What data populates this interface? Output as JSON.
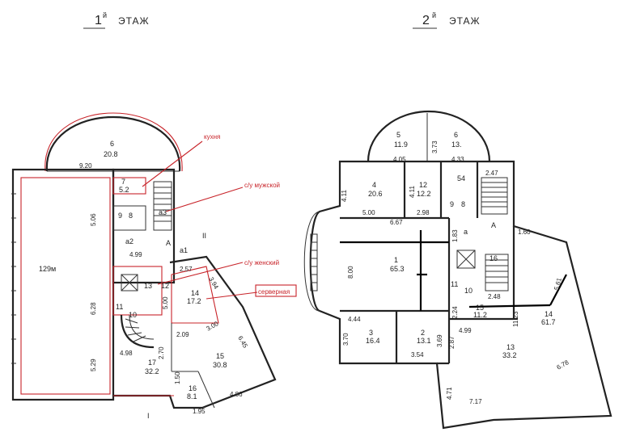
{
  "floor1": {
    "title_num": "1",
    "title_sup": "й",
    "title_word": "ЭТАЖ",
    "big_room": "129м",
    "annotations": {
      "kitchen": "кухня",
      "wc_male": "с/у мужской",
      "wc_female": "с/у женский",
      "server": "серверная"
    },
    "rooms": {
      "r6": {
        "num": "6",
        "area": "20.8"
      },
      "r7": {
        "num": "7",
        "area": "5.2"
      },
      "r8": {
        "num": "8"
      },
      "r9": {
        "num": "9"
      },
      "ra3": {
        "num": "a3"
      },
      "ra2": {
        "num": "a2"
      },
      "ra1": {
        "num": "a1"
      },
      "r13": {
        "num": "13"
      },
      "r12": {
        "num": "12"
      },
      "r11": {
        "num": "11"
      },
      "r10": {
        "num": "10"
      },
      "r14": {
        "num": "14",
        "area": "17.2"
      },
      "r15": {
        "num": "15",
        "area": "30.8"
      },
      "r16": {
        "num": "16",
        "area": "8.1"
      },
      "r17": {
        "num": "17",
        "area": "32.2"
      }
    },
    "dims": [
      "9.20",
      "5.06",
      "4.99",
      "2.57",
      "3.94",
      "5.00",
      "6.28",
      "2.09",
      "3.00",
      "6.45",
      "4.98",
      "2.70",
      "5.29",
      "1.50",
      "4.86",
      "1.95"
    ],
    "letters": [
      "A",
      "II",
      "I"
    ]
  },
  "floor2": {
    "title_num": "2",
    "title_sup": "й",
    "title_word": "ЭТАЖ",
    "rooms": {
      "r5": {
        "num": "5",
        "area": "11.9"
      },
      "r6": {
        "num": "6",
        "area": "13."
      },
      "r4": {
        "num": "4",
        "area": "20.6"
      },
      "r12": {
        "num": "12",
        "area": "12.2"
      },
      "r54": {
        "num": "54"
      },
      "r1": {
        "num": "1",
        "area": "65.3"
      },
      "r3": {
        "num": "3",
        "area": "16.4"
      },
      "r2": {
        "num": "2",
        "area": "13.1"
      },
      "r16": {
        "num": "16"
      },
      "r15": {
        "num": "15",
        "area": "11.2"
      },
      "r10": {
        "num": "10"
      },
      "r11": {
        "num": "11"
      },
      "r9": {
        "num": "9"
      },
      "r8": {
        "num": "8"
      },
      "r14": {
        "num": "14",
        "area": "61.7"
      },
      "r13": {
        "num": "13",
        "area": "33.2"
      }
    },
    "dims": [
      "4.05",
      "3.73",
      "4.33",
      "2.47",
      "4.11",
      "4.11",
      "5.00",
      "2.98",
      "6.67",
      "1.83",
      "8.00",
      "1.60",
      "4.44",
      "3.70",
      "3.69",
      "3.54",
      "2.24",
      "2.48",
      "4.99",
      "11.23",
      "2.87",
      "4.71",
      "7.17",
      "6.78",
      "5.61"
    ],
    "letters": [
      "a",
      "A"
    ]
  }
}
